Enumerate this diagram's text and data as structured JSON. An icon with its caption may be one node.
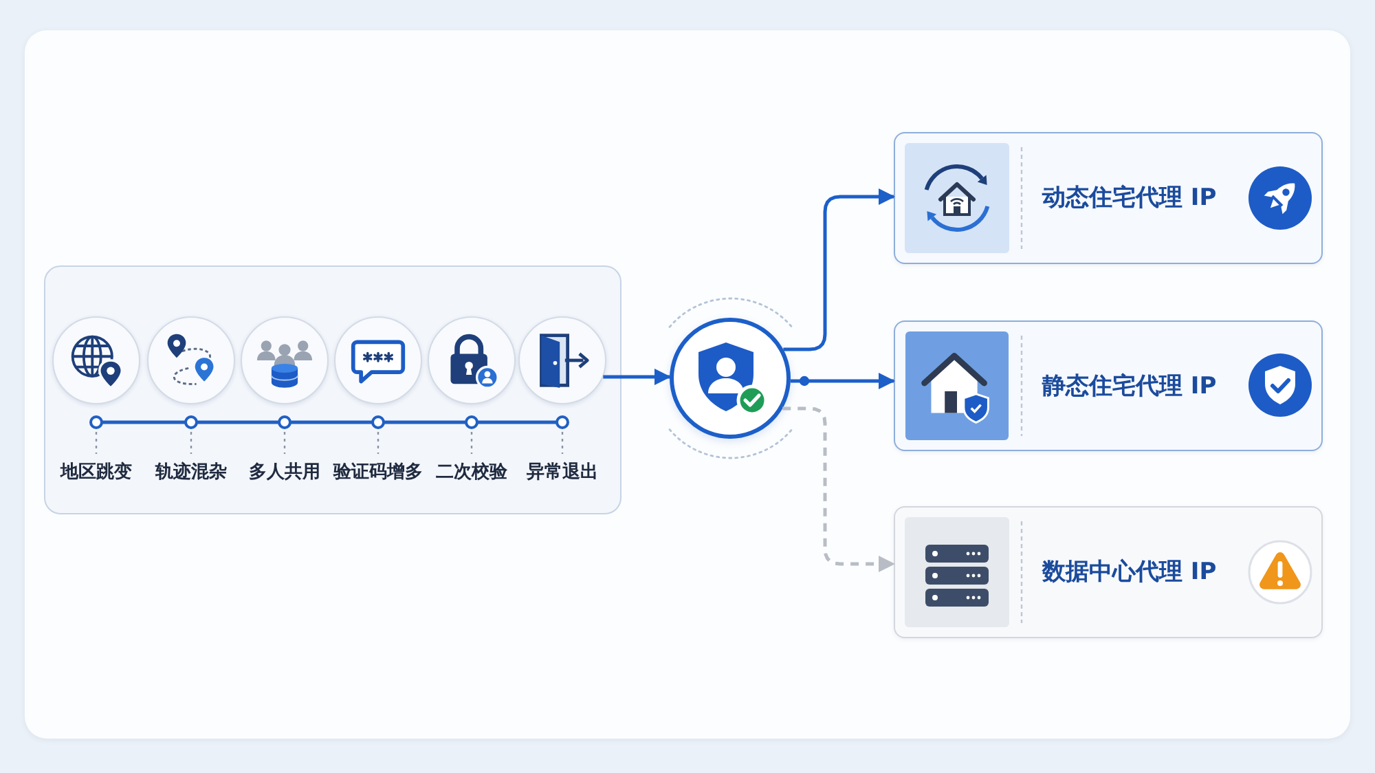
{
  "diagram": {
    "nodes": [
      {
        "text": [],
        "shape": "box"
      },
      {
        "text": [
          "地区跳变"
        ],
        "in": 0
      },
      {
        "text": [
          "轨迹混杂"
        ],
        "in": 0
      },
      {
        "text": [
          "多人共用"
        ],
        "in": 0
      },
      {
        "text": [
          "验证码增多"
        ],
        "in": 0
      },
      {
        "text": [
          "二次校验"
        ],
        "in": 0
      },
      {
        "text": [
          "异常退出"
        ],
        "in": 0
      },
      {
        "text": [],
        "shape": "circle"
      },
      {
        "text": [
          "动态住宅代理 IP"
        ]
      },
      {
        "text": [
          "静态住宅代理 IP"
        ]
      },
      {
        "text": [
          "数据中心代理 IP"
        ]
      }
    ],
    "edges": [
      {
        "from": 6,
        "to": 7,
        "arrow": "to"
      },
      {
        "from": 7,
        "to": 8,
        "arrow": "to"
      },
      {
        "from": 7,
        "to": 9,
        "arrow": "to"
      },
      {
        "from": 7,
        "to": 10,
        "arrow": "to",
        "style": "dashed",
        "color": "#b8bdc5"
      }
    ]
  }
}
